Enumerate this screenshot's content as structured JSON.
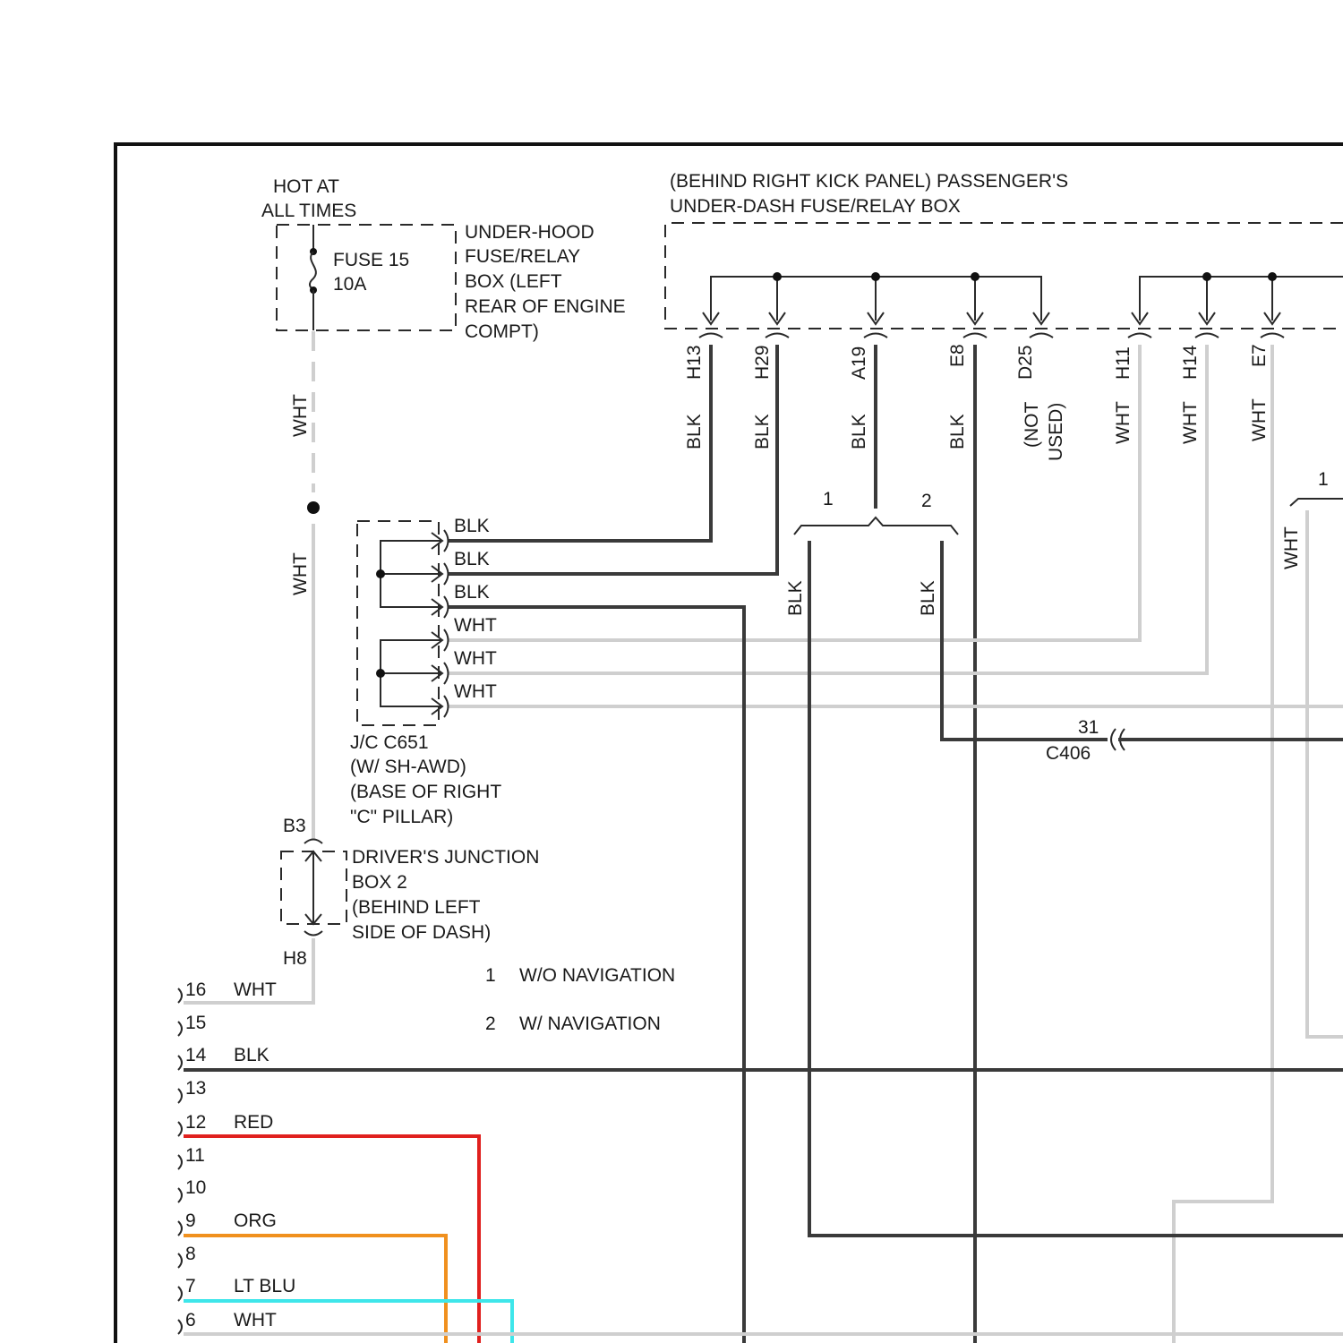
{
  "colors": {
    "blk": "#3a3a3a",
    "wht": "#cfcfcf",
    "red": "#e0201e",
    "org": "#f0901e",
    "lt_blu": "#3ee6ea"
  },
  "underhood": {
    "hot_line1": "HOT AT",
    "hot_line2": "ALL TIMES",
    "fuse_name": "FUSE 15",
    "fuse_rating": "10A",
    "box_lines": [
      "UNDER-HOOD",
      "FUSE/RELAY",
      "BOX (LEFT",
      "REAR OF ENGINE",
      "COMPT)"
    ]
  },
  "passenger_box": {
    "line1": "(BEHIND RIGHT KICK PANEL) PASSENGER'S",
    "line2": "UNDER-DASH FUSE/RELAY BOX",
    "terminals": [
      "H13",
      "H29",
      "A19",
      "E8",
      "D25",
      "H11",
      "H14",
      "E7"
    ],
    "wire_colors": [
      "BLK",
      "BLK",
      "BLK",
      "BLK",
      "WHT",
      "WHT",
      "WHT"
    ],
    "not_used_line1": "(NOT",
    "not_used_line2": "USED)"
  },
  "variant_split": {
    "left_num": "1",
    "right_num": "2",
    "left_color": "BLK",
    "right_color": "BLK",
    "right_edge_num": "1",
    "right_edge_color": "WHT"
  },
  "jc651": {
    "wires": [
      "BLK",
      "BLK",
      "BLK",
      "WHT",
      "WHT",
      "WHT"
    ],
    "lines": [
      "J/C C651",
      "(W/ SH-AWD)",
      "(BASE OF RIGHT",
      "\"C\" PILLAR)"
    ]
  },
  "left_feed": {
    "upper_color": "WHT",
    "lower_color": "WHT"
  },
  "c406": {
    "pin": "31",
    "name": "C406"
  },
  "drivers_jb": {
    "top_terminal": "B3",
    "bottom_terminal": "H8",
    "lines": [
      "DRIVER'S JUNCTION",
      "BOX 2",
      "(BEHIND LEFT",
      "SIDE OF DASH)"
    ]
  },
  "legend": [
    {
      "num": "1",
      "text": "W/O NAVIGATION"
    },
    {
      "num": "2",
      "text": "W/ NAVIGATION"
    }
  ],
  "connector_pins": [
    {
      "pin": "16",
      "color": "WHT"
    },
    {
      "pin": "15",
      "color": ""
    },
    {
      "pin": "14",
      "color": "BLK"
    },
    {
      "pin": "13",
      "color": ""
    },
    {
      "pin": "12",
      "color": "RED"
    },
    {
      "pin": "11",
      "color": ""
    },
    {
      "pin": "10",
      "color": ""
    },
    {
      "pin": "9",
      "color": "ORG"
    },
    {
      "pin": "8",
      "color": ""
    },
    {
      "pin": "7",
      "color": "LT BLU"
    },
    {
      "pin": "6",
      "color": "WHT"
    }
  ]
}
